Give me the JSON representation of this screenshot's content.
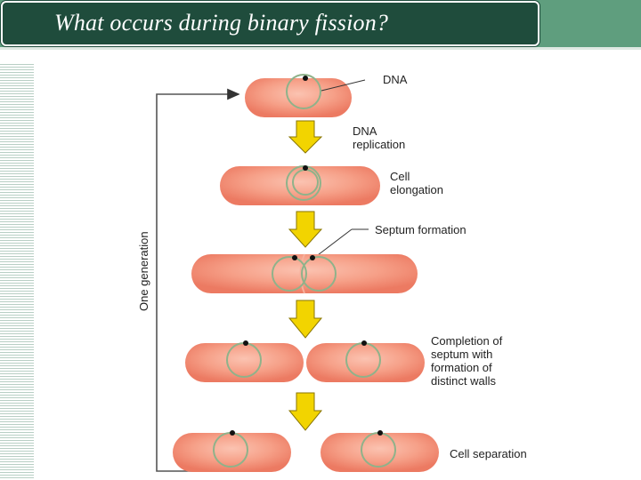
{
  "slide": {
    "title": "What occurs during binary fission?"
  },
  "diagram": {
    "labels": {
      "dna": "DNA",
      "replication_1": "DNA",
      "replication_2": "replication",
      "elongation_1": "Cell",
      "elongation_2": "elongation",
      "septum": "Septum formation",
      "completion_1": "Completion of",
      "completion_2": "septum with",
      "completion_3": "formation of",
      "completion_4": "distinct walls",
      "separation": "Cell separation",
      "generation": "One generation"
    },
    "colors": {
      "cell_fill": "#f38c74",
      "cell_highlight": "#fbc3b1",
      "nucleoid_ring": "#8fb28a",
      "arrow_fill": "#f2d400",
      "arrow_outline": "#8a7600",
      "header_dark": "#1f4c3c",
      "header_band": "#5f9e7e"
    }
  }
}
